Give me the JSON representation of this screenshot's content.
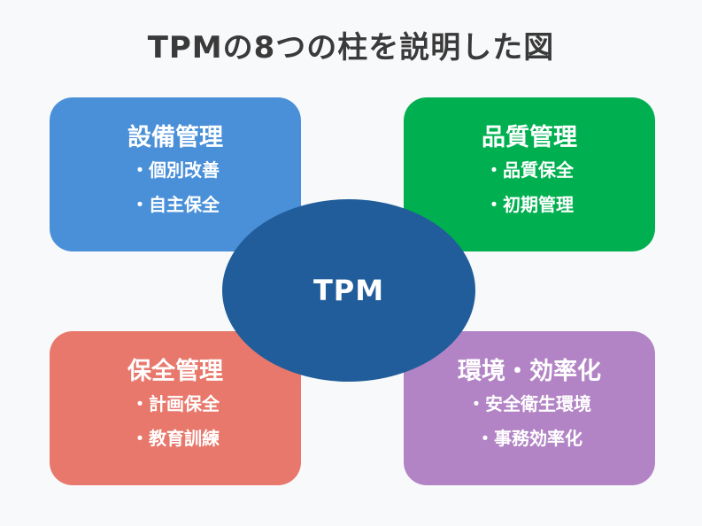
{
  "title": "TPMの8つの柱を説明した図",
  "center": {
    "label": "TPM"
  },
  "pillars": [
    {
      "name": "設備管理",
      "items": [
        "個別改善",
        "自主保全"
      ],
      "color": "#4a90d9"
    },
    {
      "name": "品質管理",
      "items": [
        "品質保全",
        "初期管理"
      ],
      "color": "#00b050"
    },
    {
      "name": "保全管理",
      "items": [
        "計画保全",
        "教育訓練"
      ],
      "color": "#e8786c"
    },
    {
      "name": "環境・効率化",
      "items": [
        "安全衛生環境",
        "事務効率化"
      ],
      "color": "#b284c5"
    }
  ],
  "center_color": "#205d9a"
}
